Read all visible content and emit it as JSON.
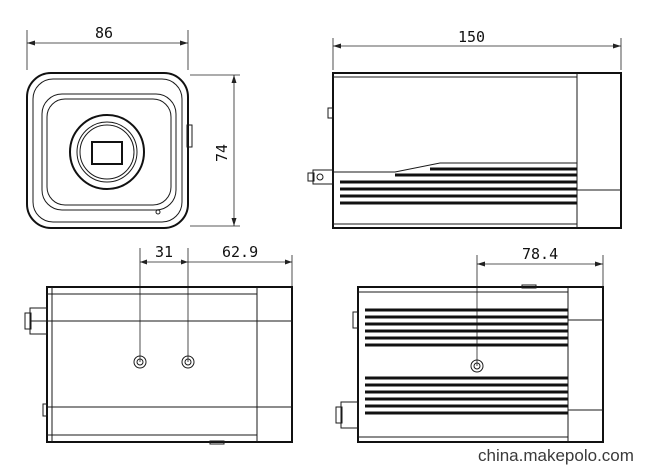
{
  "dimensions": {
    "front_width": "86",
    "front_height": "74",
    "side_length": "150",
    "bottom_hole_spacing": "31",
    "bottom_hole_offset": "62.9",
    "top_hole_offset": "78.4"
  },
  "watermark": "china.makepolo.com"
}
